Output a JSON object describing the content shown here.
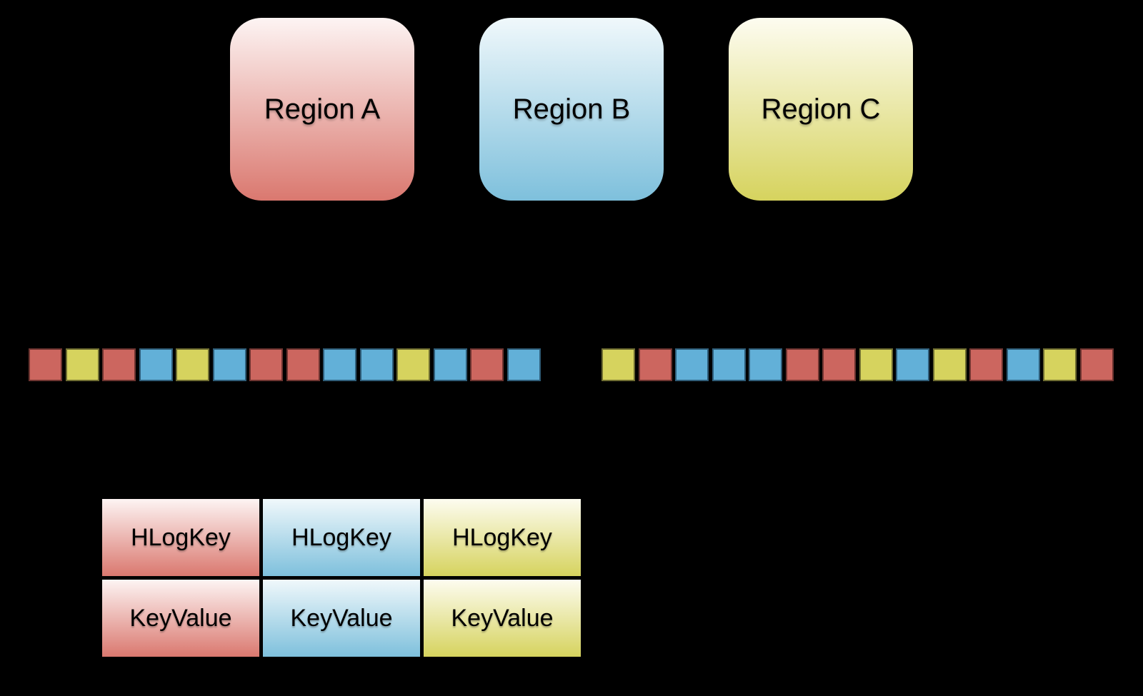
{
  "diagram": {
    "background": "#000000",
    "themes": {
      "red": {
        "fill": "#cc665f",
        "border": "#6e3430",
        "grad_top": "#fdf4f3",
        "grad_bottom": "#da786f"
      },
      "blue": {
        "fill": "#62b0d8",
        "border": "#2f5d79",
        "grad_top": "#f0f8fb",
        "grad_bottom": "#7ec0dc"
      },
      "yellow": {
        "fill": "#d6d35e",
        "border": "#6f6d31",
        "grad_top": "#fdfcf0",
        "grad_bottom": "#d6d35e"
      }
    },
    "regions": [
      {
        "id": "a",
        "label": "Region A",
        "theme": "red"
      },
      {
        "id": "b",
        "label": "Region B",
        "theme": "blue"
      },
      {
        "id": "c",
        "label": "Region C",
        "theme": "yellow"
      }
    ],
    "strips": [
      {
        "name": "left",
        "cells": [
          "red",
          "yellow",
          "red",
          "blue",
          "yellow",
          "blue",
          "red",
          "red",
          "blue",
          "blue",
          "yellow",
          "blue",
          "red",
          "blue"
        ]
      },
      {
        "name": "right",
        "cells": [
          "yellow",
          "red",
          "blue",
          "blue",
          "blue",
          "red",
          "red",
          "yellow",
          "blue",
          "yellow",
          "red",
          "blue",
          "yellow",
          "red"
        ]
      }
    ],
    "table": {
      "columns": [
        "red",
        "blue",
        "yellow"
      ],
      "rows": [
        {
          "name": "hlogkey",
          "cells": [
            "HLogKey",
            "HLogKey",
            "HLogKey"
          ]
        },
        {
          "name": "keyvalue",
          "cells": [
            "KeyValue",
            "KeyValue",
            "KeyValue"
          ]
        }
      ]
    }
  }
}
